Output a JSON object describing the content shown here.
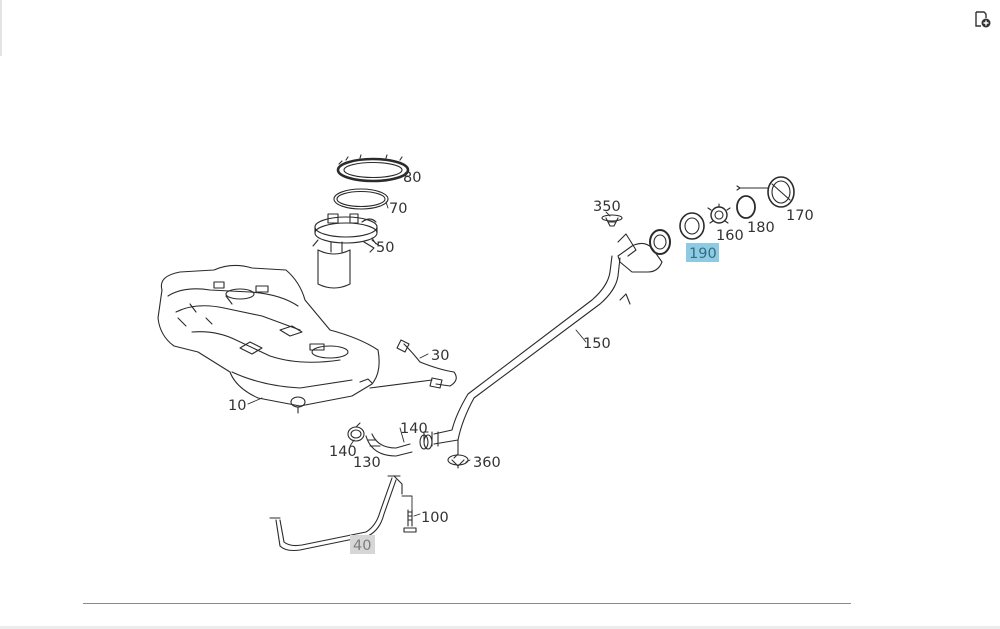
{
  "toolbar": {
    "icon": "add-to-list-icon"
  },
  "diagram": {
    "colors": {
      "highlight_bg": "#8ecbe2",
      "dim_bg": "#d6d6d6",
      "line": "#2b2b2b"
    },
    "callouts": {
      "p10": "10",
      "p30": "30",
      "p40": "40",
      "p50": "50",
      "p70": "70",
      "p80": "80",
      "p100": "100",
      "p130": "130",
      "p140a": "140",
      "p140b": "140",
      "p150": "150",
      "p160": "160",
      "p170": "170",
      "p180": "180",
      "p190": "190",
      "p350": "350",
      "p360": "360"
    },
    "highlighted": "190",
    "dimmed": "40"
  }
}
